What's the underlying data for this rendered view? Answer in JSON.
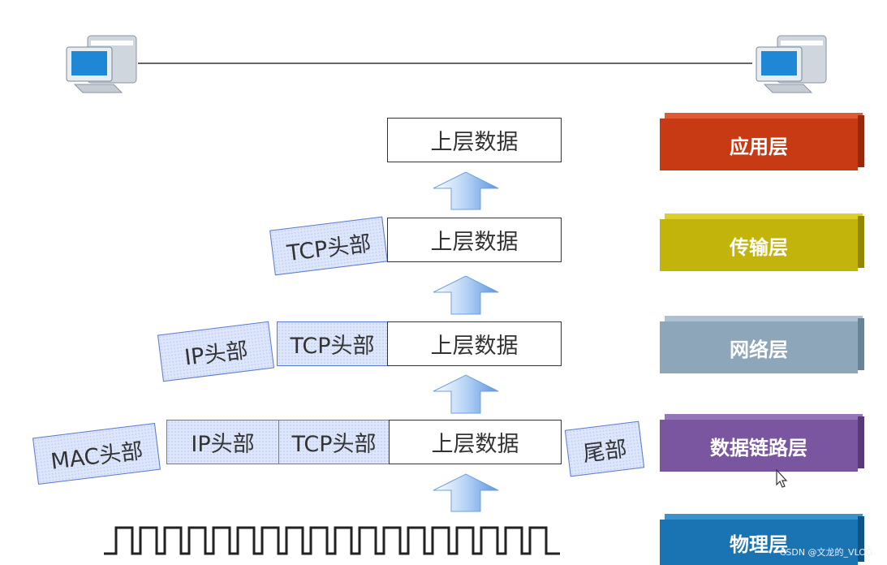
{
  "upper_data": "上层数据",
  "tcp_header": "TCP头部",
  "ip_header": "IP头部",
  "mac_header": "MAC头部",
  "trailer": "尾部",
  "layers": [
    {
      "name": "应用层",
      "color": "#c83a14"
    },
    {
      "name": "传输层",
      "color": "#c2b40b"
    },
    {
      "name": "网络层",
      "color": "#8ea6ba"
    },
    {
      "name": "数据链路层",
      "color": "#7a55a0"
    },
    {
      "name": "物理层",
      "color": "#1a74b4"
    }
  ],
  "watermark": "CSDN @文龙的_VLOG."
}
